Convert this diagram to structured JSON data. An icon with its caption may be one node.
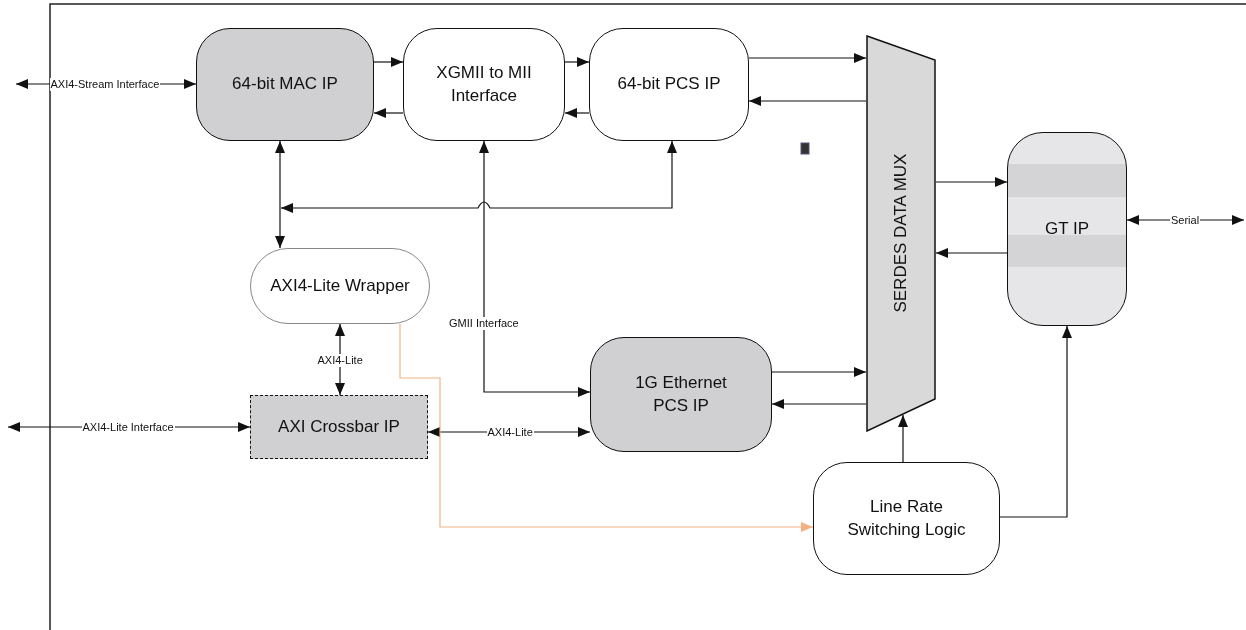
{
  "diagram": {
    "nodes": [
      {
        "text": [
          "64-bit MAC IP"
        ]
      },
      {
        "text": [
          "XGMII to MII Interface"
        ]
      },
      {
        "text": [
          "64-bit PCS IP"
        ]
      },
      {
        "text": [
          "SERDES DATA MUX"
        ]
      },
      {
        "text": [
          "GT IP"
        ]
      },
      {
        "text": [
          "AXI4-Lite Wrapper"
        ]
      },
      {
        "text": [
          "1G Ethernet PCS IP"
        ]
      },
      {
        "text": [
          "AXI Crossbar IP"
        ]
      },
      {
        "text": [
          "Line Rate Switching Logic"
        ]
      }
    ],
    "edges": [
      {
        "from": null,
        "to": 0,
        "arrow": "both",
        "label": "AXI4-Stream Interface"
      },
      {
        "from": 0,
        "to": 1,
        "arrow": "to"
      },
      {
        "from": 1,
        "to": 0,
        "arrow": "to"
      },
      {
        "from": 1,
        "to": 2,
        "arrow": "to"
      },
      {
        "from": 2,
        "to": 1,
        "arrow": "to"
      },
      {
        "from": 2,
        "to": 3,
        "arrow": "to"
      },
      {
        "from": 3,
        "to": 2,
        "arrow": "to"
      },
      {
        "from": 3,
        "to": 4,
        "arrow": "to"
      },
      {
        "from": 4,
        "to": 3,
        "arrow": "to"
      },
      {
        "from": 4,
        "to": null,
        "arrow": "both",
        "label": "Serial"
      },
      {
        "from": 0,
        "to": 5,
        "arrow": "both"
      },
      {
        "from": null,
        "to": 2,
        "arrow": "both"
      },
      {
        "from": 1,
        "to": 6,
        "arrow": "both",
        "label": "GMII Interface"
      },
      {
        "from": 5,
        "to": 7,
        "arrow": "both",
        "label": "AXI4-Lite"
      },
      {
        "from": null,
        "to": 7,
        "arrow": "both",
        "label": "AXI4-Lite Interface"
      },
      {
        "from": 7,
        "to": 6,
        "arrow": "both",
        "label": "AXI4-Lite"
      },
      {
        "from": 6,
        "to": 3,
        "arrow": "to"
      },
      {
        "from": 3,
        "to": 6,
        "arrow": "to"
      },
      {
        "from": 8,
        "to": 3,
        "arrow": "to"
      },
      {
        "from": 8,
        "to": 4,
        "arrow": "to"
      },
      {
        "from": 5,
        "to": 8,
        "arrow": "to",
        "color": "#f4b183"
      }
    ]
  }
}
